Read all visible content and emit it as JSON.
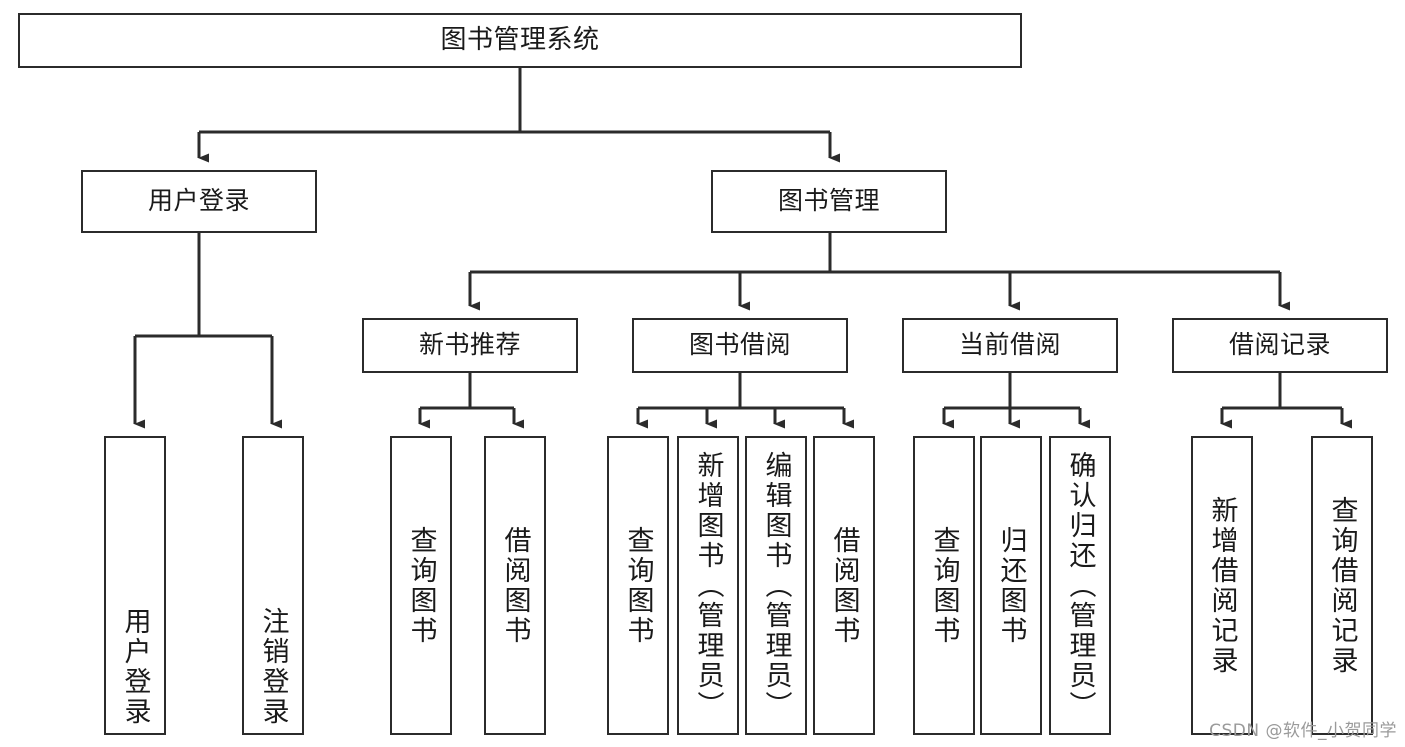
{
  "diagram": {
    "title": "图书管理系统",
    "type": "tree-hierarchy-diagram",
    "colors": {
      "box_border": "#2b2b2b",
      "box_fill": "#ffffff",
      "connector": "#2b2b2b",
      "text": "#1a1a1a",
      "watermark": "#9a9a9a",
      "background": "#ffffff"
    },
    "watermark": "CSDN @软件_小贺同学",
    "root": {
      "id": "root",
      "label": "图书管理系统"
    },
    "level1": [
      {
        "id": "user-login",
        "label": "用户登录"
      },
      {
        "id": "book-management",
        "label": "图书管理"
      }
    ],
    "level2": [
      {
        "id": "new-book-recommend",
        "label": "新书推荐",
        "parent": "book-management"
      },
      {
        "id": "book-borrow",
        "label": "图书借阅",
        "parent": "book-management"
      },
      {
        "id": "current-borrow",
        "label": "当前借阅",
        "parent": "book-management"
      },
      {
        "id": "borrow-record",
        "label": "借阅记录",
        "parent": "book-management"
      }
    ],
    "leaves": {
      "user-login": [
        {
          "id": "leaf-user-login",
          "label": "用户登录"
        },
        {
          "id": "leaf-logout-login",
          "label": "注销登录"
        }
      ],
      "new-book-recommend": [
        {
          "id": "leaf-query-book-1",
          "label": "查询图书"
        },
        {
          "id": "leaf-borrow-book-1",
          "label": "借阅图书"
        }
      ],
      "book-borrow": [
        {
          "id": "leaf-query-book-2",
          "label": "查询图书"
        },
        {
          "id": "leaf-add-book",
          "label": "新增图书（管理员）"
        },
        {
          "id": "leaf-edit-book",
          "label": "编辑图书（管理员）"
        },
        {
          "id": "leaf-borrow-book-2",
          "label": "借阅图书"
        }
      ],
      "current-borrow": [
        {
          "id": "leaf-query-book-3",
          "label": "查询图书"
        },
        {
          "id": "leaf-return-book",
          "label": "归还图书"
        },
        {
          "id": "leaf-confirm-return",
          "label": "确认归还（管理员）"
        }
      ],
      "borrow-record": [
        {
          "id": "leaf-add-record",
          "label": "新增借阅记录"
        },
        {
          "id": "leaf-query-record",
          "label": "查询借阅记录"
        }
      ]
    }
  }
}
